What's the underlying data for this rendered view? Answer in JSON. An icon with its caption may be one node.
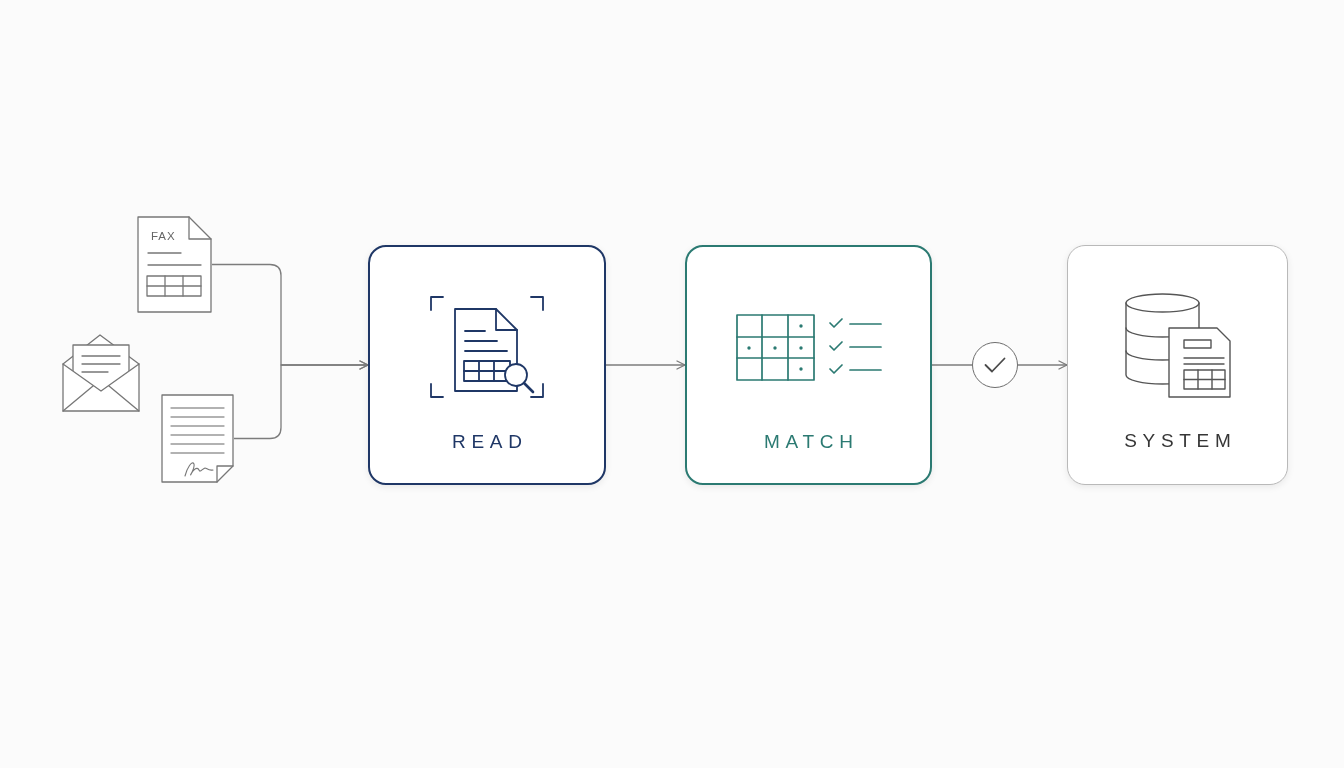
{
  "diagram": {
    "nodes": [
      {
        "text": [
          "FAX"
        ]
      },
      {
        "text": [],
        "shape": "picture"
      },
      {
        "text": [],
        "shape": "picture"
      },
      {
        "text": [
          "READ"
        ]
      },
      {
        "text": [
          "MATCH"
        ]
      },
      {
        "text": [],
        "shape": "circle"
      },
      {
        "text": [
          "SYSTEM"
        ]
      }
    ],
    "edges": [
      {
        "from": 0,
        "to": 3,
        "arrow": "to"
      },
      {
        "from": 2,
        "to": 3,
        "arrow": "to"
      },
      {
        "from": 3,
        "to": 4,
        "arrow": "to"
      },
      {
        "from": 4,
        "to": 5,
        "arrow": "none"
      },
      {
        "from": 5,
        "to": 6,
        "arrow": "to"
      }
    ]
  }
}
